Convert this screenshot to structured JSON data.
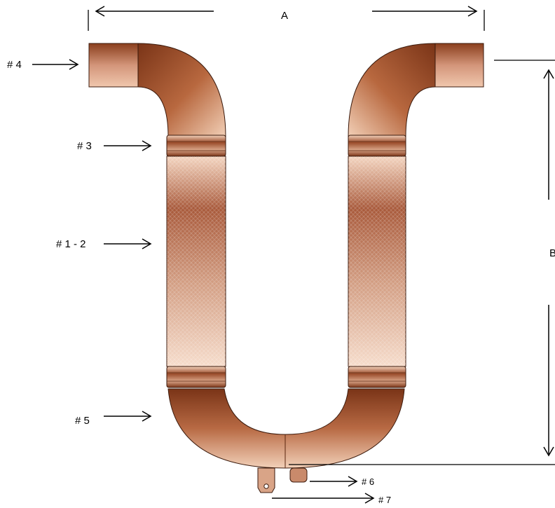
{
  "dimensions": {
    "width_label": "A",
    "height_label": "B"
  },
  "callouts": {
    "item4": "# 4",
    "item3": "# 3",
    "item1_2": "# 1 - 2",
    "item5": "# 5",
    "item6": "# 6",
    "item7": "# 7"
  },
  "colors": {
    "copper_dark": "#7a3417",
    "copper_mid": "#b8683f",
    "copper_light": "#f1cdb3",
    "outline": "#3b1a0c"
  }
}
